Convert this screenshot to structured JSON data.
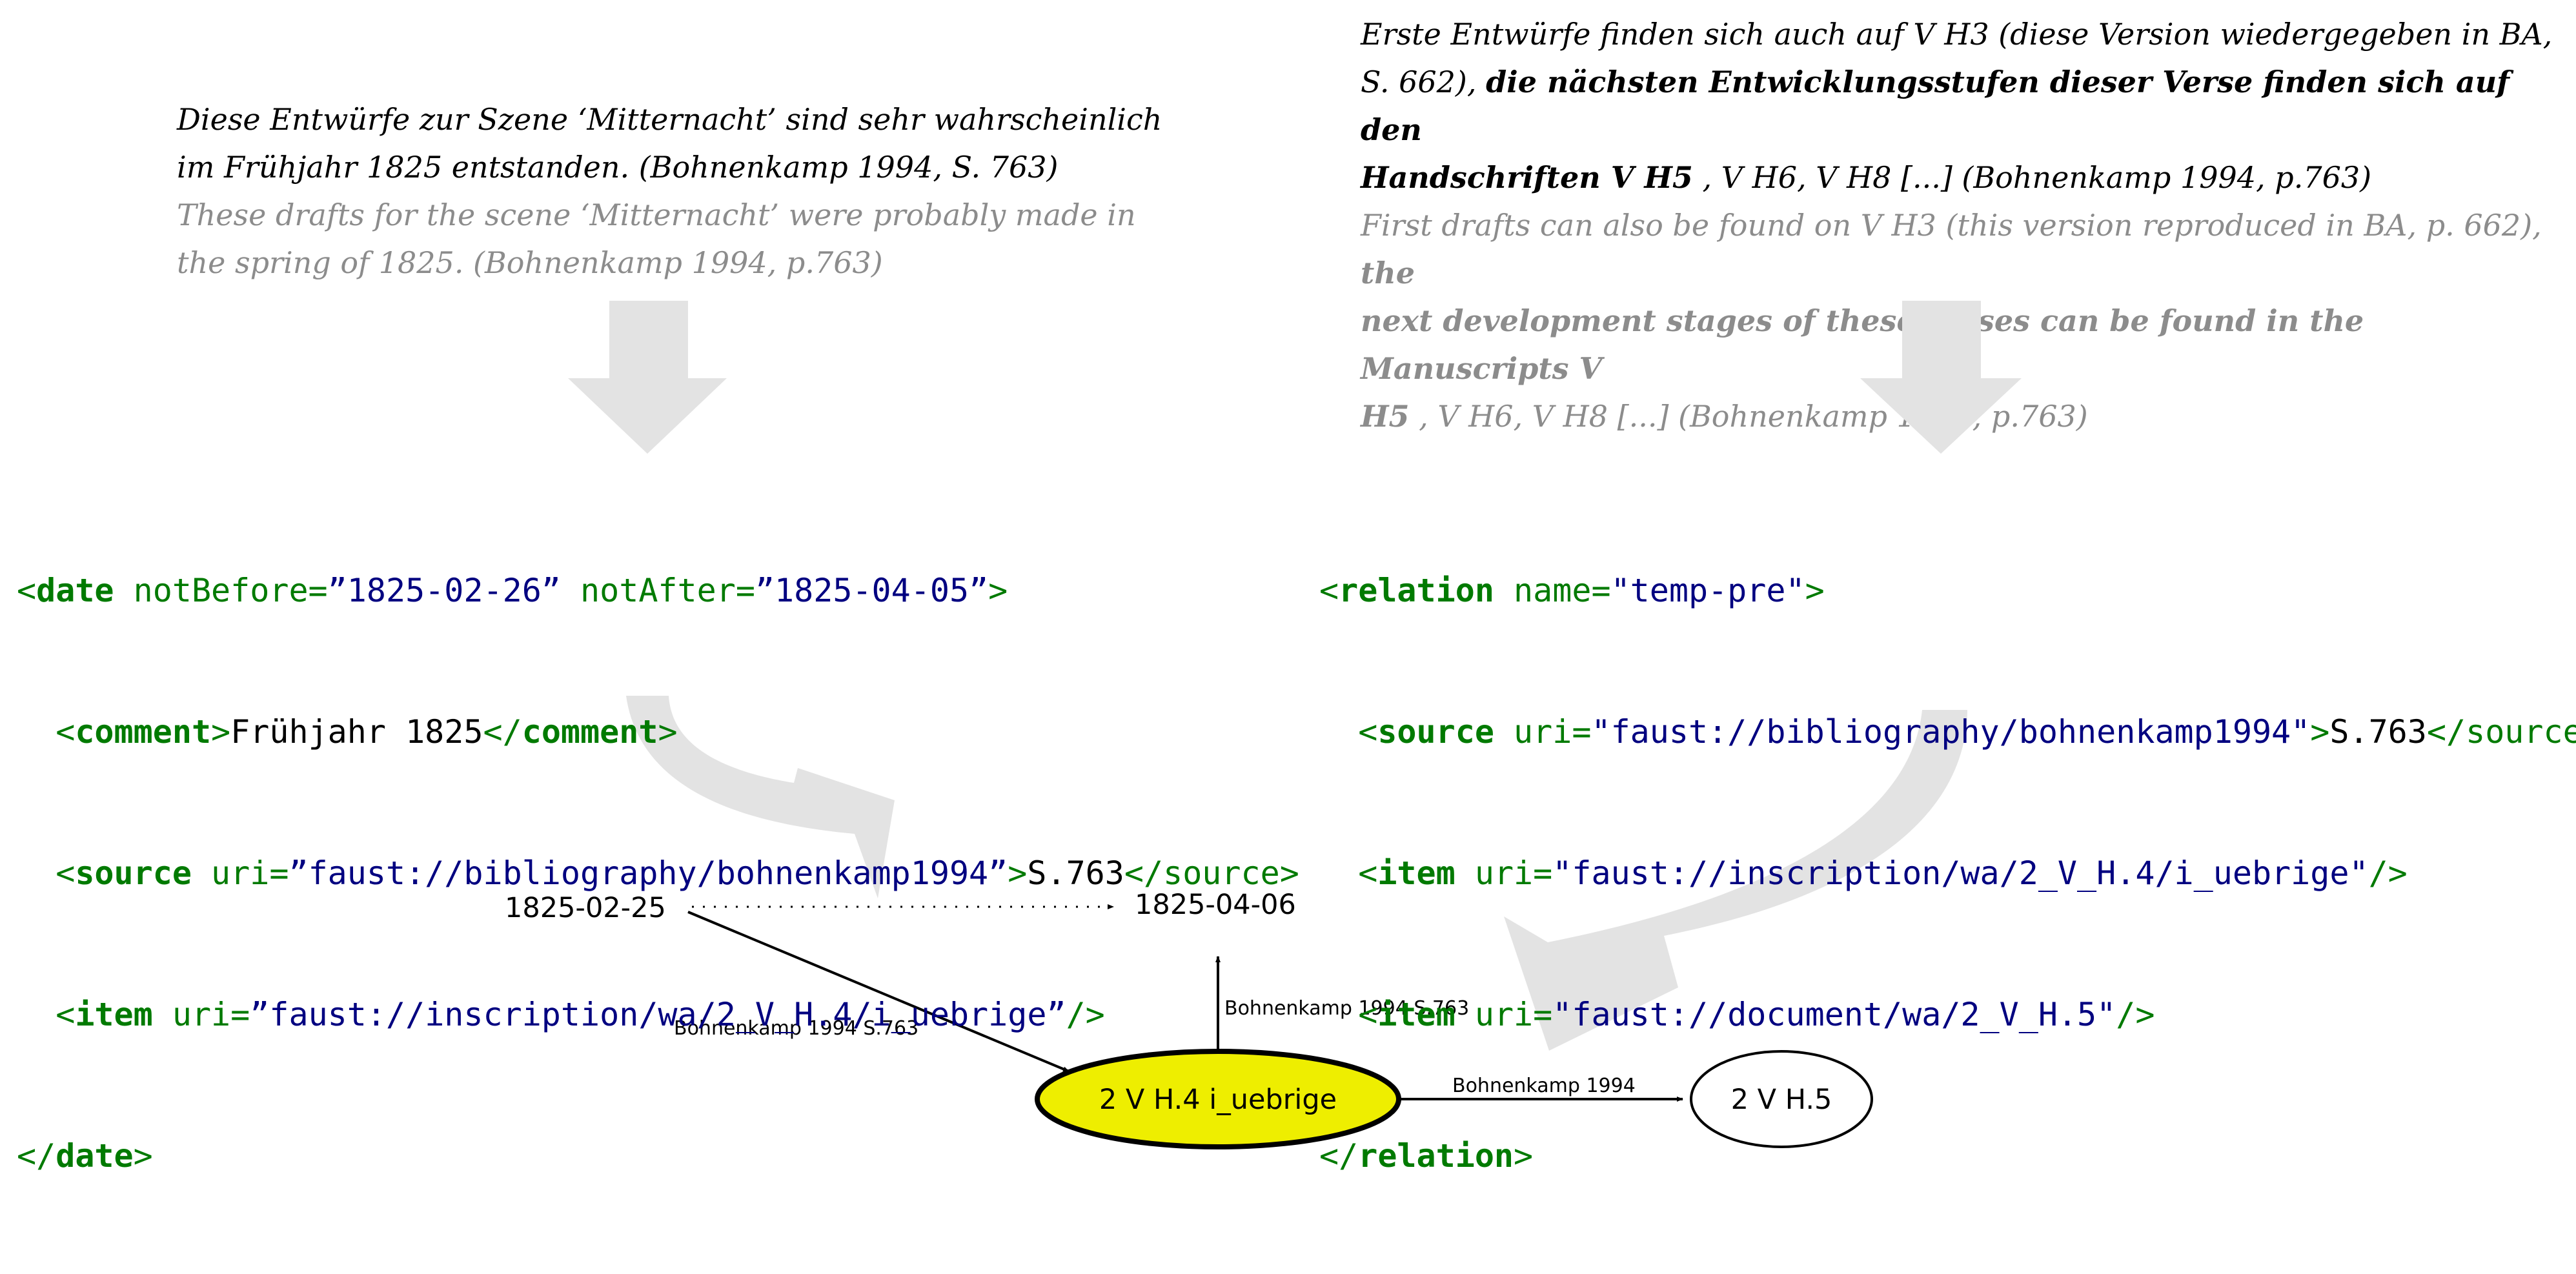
{
  "quotes": {
    "left": {
      "de_l1": "Diese Entwürfe zur Szene ‘Mitternacht’ sind sehr wahrscheinlich",
      "de_l2": "im Frühjahr 1825 entstanden. (Bohnenkamp 1994, S. 763)",
      "en_l1": "These drafts for the scene ‘Mitternacht’ were probably made in",
      "en_l2": "the spring of 1825. (Bohnenkamp 1994, p.763)"
    },
    "right": {
      "de_l1": "Erste Entwürfe finden sich auch auf V H3 (diese Version wiedergegeben in BA,",
      "de_l2_a": "S. 662), ",
      "de_l2_b": "die nächsten Entwicklungsstufen dieser Verse finden sich auf den",
      "de_l3_b": "Handschriften V H5",
      "de_l3_c": " , V H6, V H8 [...] (Bohnenkamp 1994, p.763)",
      "en_l1_a": "First drafts can also be found on V H3 (this version reproduced in BA, p. 662), ",
      "en_l1_b": "the",
      "en_l2_b": "next development stages of these verses can be found in the Manuscripts V",
      "en_l3_b": "H5",
      "en_l3_c": " , V H6, V H8 [...] (Bohnenkamp 1994, p.763)"
    }
  },
  "code_left": {
    "l1_open": "<",
    "l1_tag": "date",
    "l1_attr1": " notBefore=",
    "l1_val1": "”1825-02-26”",
    "l1_attr2": " notAfter=",
    "l1_val2": "”1825-04-05”",
    "l1_close": ">",
    "l2_indent": "  ",
    "l2_open": "<",
    "l2_tag": "comment",
    "l2_close": ">",
    "l2_text": "Frühjahr 1825",
    "l2_end_open": "</",
    "l2_end_tag": "comment",
    "l2_end_close": ">",
    "l3_indent": "  ",
    "l3_open": "<",
    "l3_tag": "source",
    "l3_attr": " uri=",
    "l3_val": "”faust://bibliography/bohnenkamp1994”",
    "l3_close": ">",
    "l3_text": "S.763",
    "l3_end": "</source>",
    "l4_indent": "  ",
    "l4_open": "<",
    "l4_tag": "item",
    "l4_attr": " uri=",
    "l4_val": "”faust://inscription/wa/2_V_H.4/i_uebrige”",
    "l4_close": "/>",
    "l5_open": "</",
    "l5_tag": "date",
    "l5_close": ">"
  },
  "code_right": {
    "l1_open": "<",
    "l1_tag": "relation",
    "l1_attr": " name=",
    "l1_val": "\"temp-pre\"",
    "l1_close": ">",
    "l2_indent": "  ",
    "l2_open": "<",
    "l2_tag": "source",
    "l2_attr": " uri=",
    "l2_val": "\"faust://bibliography/bohnenkamp1994\"",
    "l2_close": ">",
    "l2_text": "S.763",
    "l2_end": "</source>",
    "l3_indent": "  ",
    "l3_open": "<",
    "l3_tag": "item",
    "l3_attr": " uri=",
    "l3_val": "\"faust://inscription/wa/2_V_H.4/i_uebrige\"",
    "l3_close": "/>",
    "l4_indent": "  ",
    "l4_open": "<",
    "l4_tag": "item",
    "l4_attr": " uri=",
    "l4_val": "\"faust://document/wa/2_V_H.5\"",
    "l4_close": "/>",
    "l5_open": "</",
    "l5_tag": "relation",
    "l5_close": ">"
  },
  "graph": {
    "date_start": "1825-02-25",
    "date_end": "1825-04-06",
    "node_main": "2 V H.4 i_uebrige",
    "node_other": "2 V H.5",
    "edge_start_label": "Bohnenkamp 1994 S.763",
    "edge_end_label": "Bohnenkamp 1994 S.763",
    "edge_other_label": "Bohnenkamp 1994",
    "colors": {
      "main_fill": "#eeee00",
      "arrow_gray": "#e3e3e3",
      "tag_green": "#007a00",
      "value_navy": "#000080"
    }
  }
}
